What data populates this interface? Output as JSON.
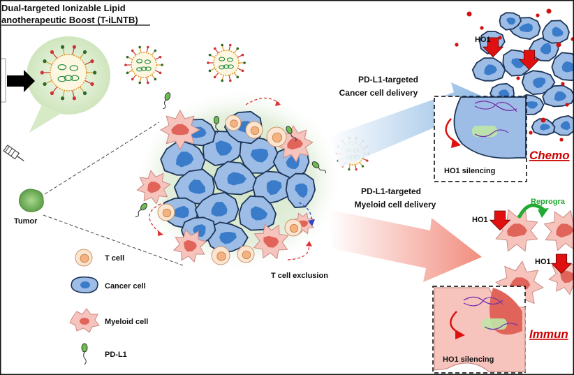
{
  "title": {
    "line1": "Dual-targeted Ionizable Lipid",
    "line2": "anotherapeutic Boost (T-iLNTB)"
  },
  "labels": {
    "tumor": "Tumor",
    "pdl1_cancer": [
      "PD-L1-targeted",
      "Cancer cell delivery"
    ],
    "pdl1_myeloid": [
      "PD-L1-targeted",
      "Myeloid cell delivery"
    ],
    "t_cell_exclusion": "T cell exclusion",
    "ho1_silencing_top": "HO1 silencing",
    "ho1_silencing_bottom": "HO1 silencing",
    "ho1_top": "HO1",
    "ho1_mid_1": "HO1",
    "ho1_mid_2": "HO1",
    "chemo": "Chemo",
    "immuno": "Immun",
    "reprogram": "Reprogra"
  },
  "legend": [
    {
      "label": "T cell",
      "icon": "t-cell-icon"
    },
    {
      "label": "Cancer cell",
      "icon": "cancer-cell-icon"
    },
    {
      "label": "Myeloid cell",
      "icon": "myeloid-cell-icon"
    },
    {
      "label": "PD-L1",
      "icon": "pd-l1-icon"
    }
  ],
  "colors": {
    "cancer_fill": "#9dbde6",
    "cancer_nucleus": "#3a7cc9",
    "myeloid_fill": "#f6c4bd",
    "myeloid_nucleus": "#e0645a",
    "tcell_fill": "#fbe5d0",
    "tcell_nucleus": "#f3b27f",
    "tme_halo": "#dcebd4",
    "accent_red": "#cc0000",
    "reprogram_green": "#22aa33",
    "pdl1_green": "#6cbf4f"
  }
}
